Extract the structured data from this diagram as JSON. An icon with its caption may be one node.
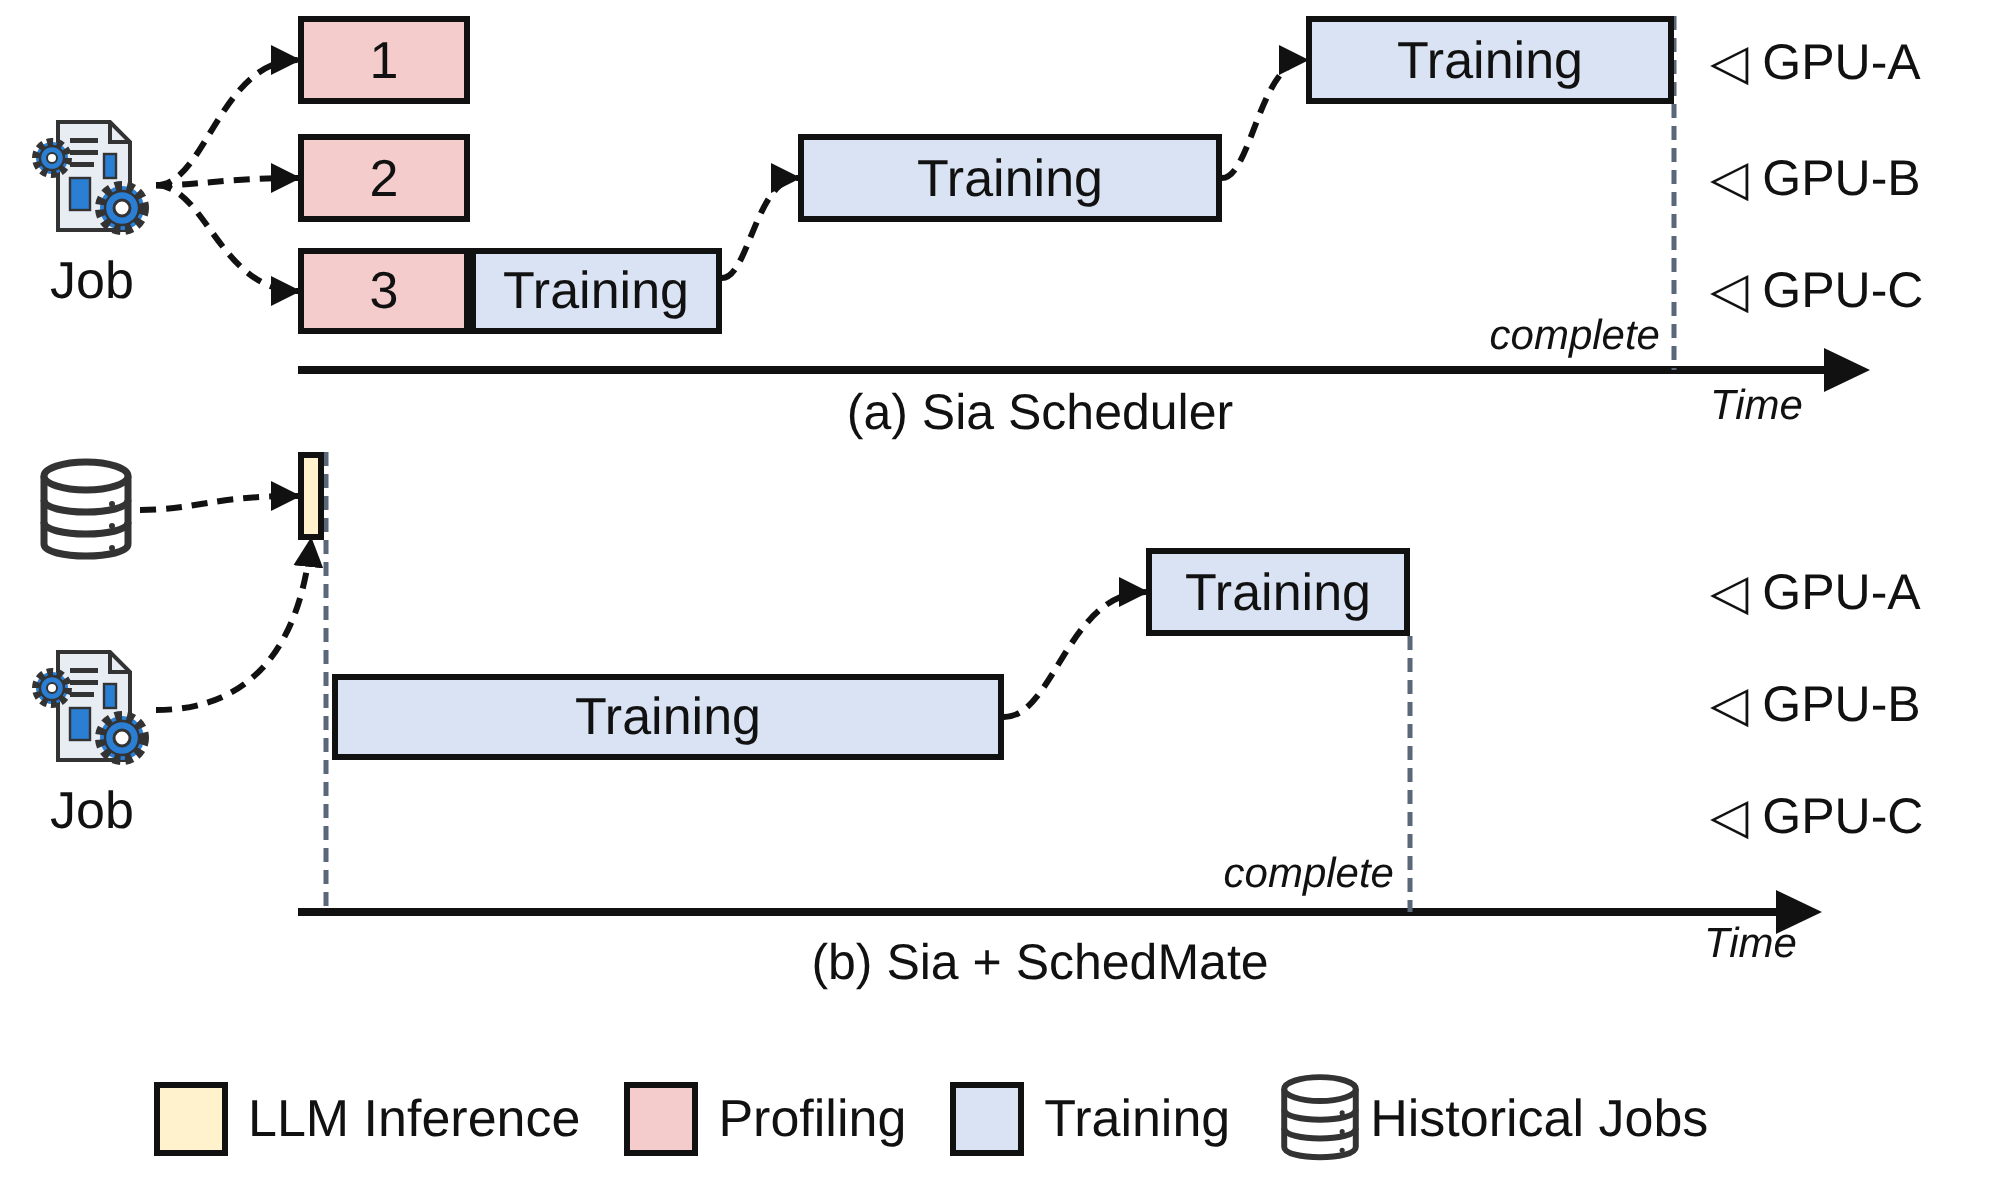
{
  "diagram": {
    "nodes": [
      {
        "text": [
          "Job"
        ]
      },
      {
        "text": [
          "1"
        ]
      },
      {
        "text": [
          "2"
        ]
      },
      {
        "text": [
          "3"
        ]
      },
      {
        "text": [
          "Training"
        ]
      },
      {
        "text": [
          "Training"
        ]
      },
      {
        "text": [
          "Training"
        ]
      },
      {
        "text": [],
        "shape": "cylinder"
      },
      {
        "text": [],
        "shape": "bar"
      },
      {
        "text": [
          "Job"
        ]
      },
      {
        "text": [
          "Training"
        ]
      },
      {
        "text": [
          "Training"
        ]
      }
    ],
    "edges": [
      {
        "from": 0,
        "to": 1,
        "arrow": "to",
        "style": "dashed"
      },
      {
        "from": 0,
        "to": 2,
        "arrow": "to",
        "style": "dashed"
      },
      {
        "from": 0,
        "to": 3,
        "arrow": "to",
        "style": "dashed"
      },
      {
        "from": 4,
        "to": 5,
        "arrow": "to",
        "style": "dashed"
      },
      {
        "from": 5,
        "to": 6,
        "arrow": "to",
        "style": "dashed"
      },
      {
        "from": 7,
        "to": 8,
        "arrow": "to",
        "style": "dashed"
      },
      {
        "from": 9,
        "to": 8,
        "arrow": "to",
        "style": "dashed"
      },
      {
        "from": 10,
        "to": 11,
        "arrow": "to",
        "style": "dashed"
      }
    ],
    "labels": [
      "◁ GPU-A",
      "◁ GPU-B",
      "◁ GPU-C",
      "complete",
      "Time",
      "(a) Sia Scheduler",
      "◁ GPU-A",
      "◁ GPU-B",
      "◁ GPU-C",
      "complete",
      "Time",
      "(b) Sia + SchedMate"
    ],
    "legend": [
      {
        "text": "LLM Inference",
        "color": "#fff2cc"
      },
      {
        "text": "Profiling",
        "color": "#f4cccc"
      },
      {
        "text": "Training",
        "color": "#dae3f3"
      },
      {
        "text": "Historical Jobs"
      }
    ]
  }
}
